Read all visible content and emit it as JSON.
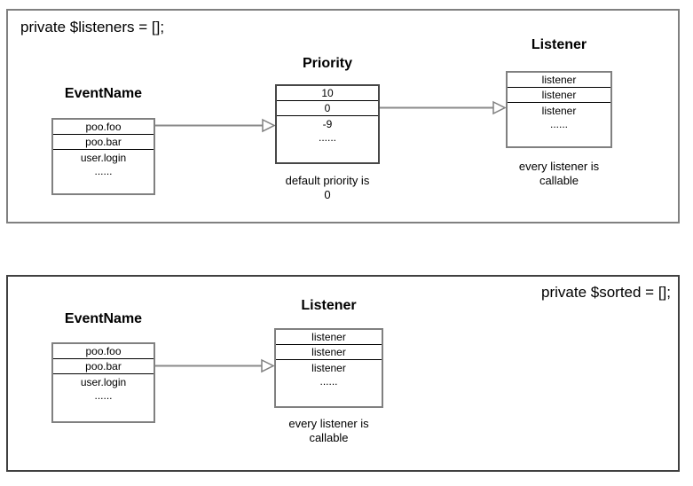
{
  "top_panel": {
    "code_label": "private $listeners = [];",
    "event_table": {
      "title": "EventName",
      "rows": [
        "poo.foo",
        "poo.bar",
        "user.login",
        "......"
      ]
    },
    "priority_table": {
      "title": "Priority",
      "rows": [
        "10",
        "0",
        "-9",
        "......"
      ],
      "caption_line1": "default priority is",
      "caption_line2": "0"
    },
    "listener_table": {
      "title": "Listener",
      "rows": [
        "listener",
        "listener",
        "listener",
        "......"
      ],
      "caption_line1": "every listener is",
      "caption_line2": "callable"
    }
  },
  "bottom_panel": {
    "code_label": "private $sorted = [];",
    "event_table": {
      "title": "EventName",
      "rows": [
        "poo.foo",
        "poo.bar",
        "user.login",
        "......"
      ]
    },
    "listener_table": {
      "title": "Listener",
      "rows": [
        "listener",
        "listener",
        "listener",
        "......"
      ],
      "caption_line1": "every listener is",
      "caption_line2": "callable"
    }
  },
  "colors": {
    "panel_border_light": "#808080",
    "panel_border_dark": "#404040",
    "arrow_line": "#8a8a8a",
    "text": "#000000"
  }
}
